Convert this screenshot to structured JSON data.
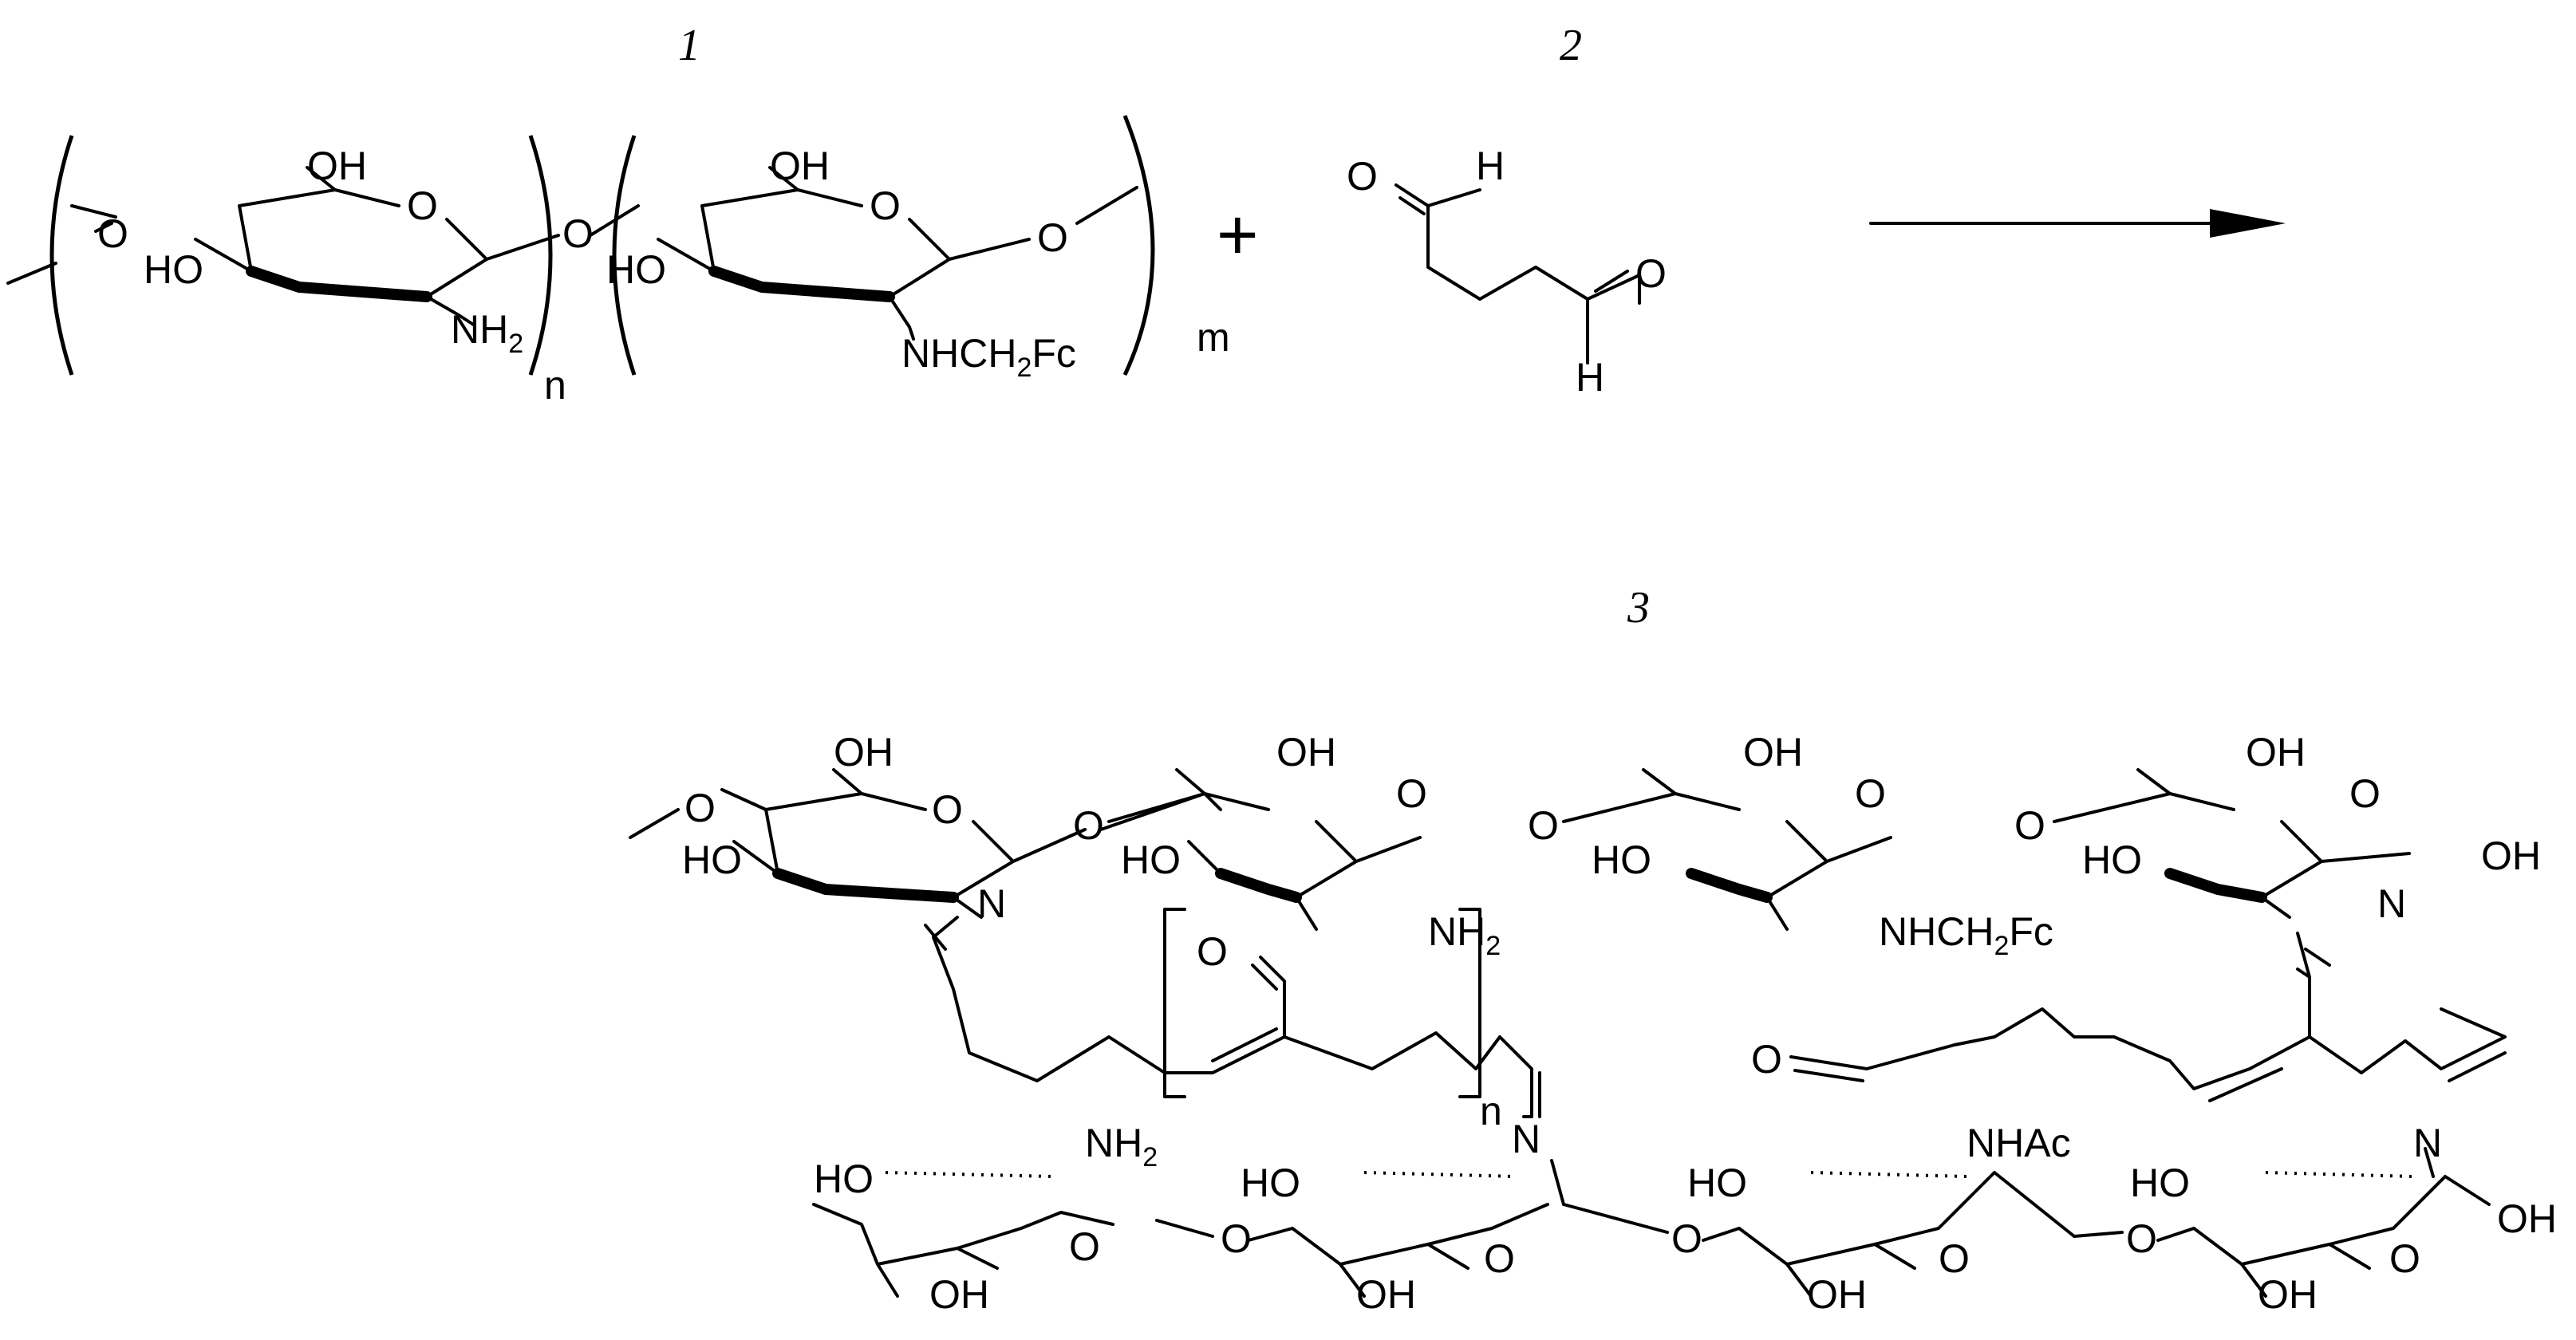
{
  "compounds": {
    "c1": "1",
    "c2": "2",
    "c3": "3"
  },
  "reactant1": {
    "unit_a": {
      "oh_top": "OH",
      "ring_o": "O",
      "ho_left": "HO",
      "amine": "NH",
      "amine_sub": "2",
      "repeat": "n"
    },
    "link_o": "O",
    "unit_b": {
      "oh_top": "OH",
      "ring_o": "O",
      "ho_left": "HO",
      "subst": "NHCH",
      "subst_sub": "2",
      "subst_end": "Fc",
      "ring_o2": "O",
      "repeat": "m"
    },
    "chain_o": "O"
  },
  "plus": "+",
  "reactant2": {
    "o_top": "O",
    "h_top": "H",
    "o_bot": "O",
    "h_bot": "H"
  },
  "product": {
    "top_row": {
      "u1": {
        "oh": "OH",
        "ring_o": "O",
        "ho": "HO",
        "n": "N",
        "chain_o": "O"
      },
      "link1": "O",
      "u2": {
        "oh": "OH",
        "ring_o": "O",
        "ho": "HO",
        "amine": "NH",
        "amine_sub": "2"
      },
      "link2": "O",
      "u3": {
        "oh": "OH",
        "ring_o": "O",
        "ho": "HO",
        "subst": "NHCH",
        "subst_sub": "2",
        "subst_end": "Fc"
      },
      "link3": "O",
      "u4": {
        "oh": "OH",
        "ring_o": "O",
        "ho": "HO",
        "n": "N",
        "end_oh": "OH"
      }
    },
    "bridge": {
      "o_left": "O",
      "repeat": "n",
      "n_mid": "N",
      "o_right": "O"
    },
    "bottom_row": {
      "u1": {
        "ho": "HO",
        "amine": "NH",
        "amine_sub": "2",
        "ring_o": "O",
        "oh": "OH"
      },
      "link1": "O",
      "u2": {
        "ho": "HO",
        "n": "N",
        "ring_o": "O",
        "oh": "OH"
      },
      "link2": "O",
      "u3": {
        "ho": "HO",
        "subst": "NHAc",
        "ring_o": "O",
        "oh": "OH"
      },
      "link3": "O",
      "u4": {
        "ho": "HO",
        "n": "N",
        "ring_o": "O",
        "oh": "OH",
        "end_oh": "OH"
      }
    }
  }
}
